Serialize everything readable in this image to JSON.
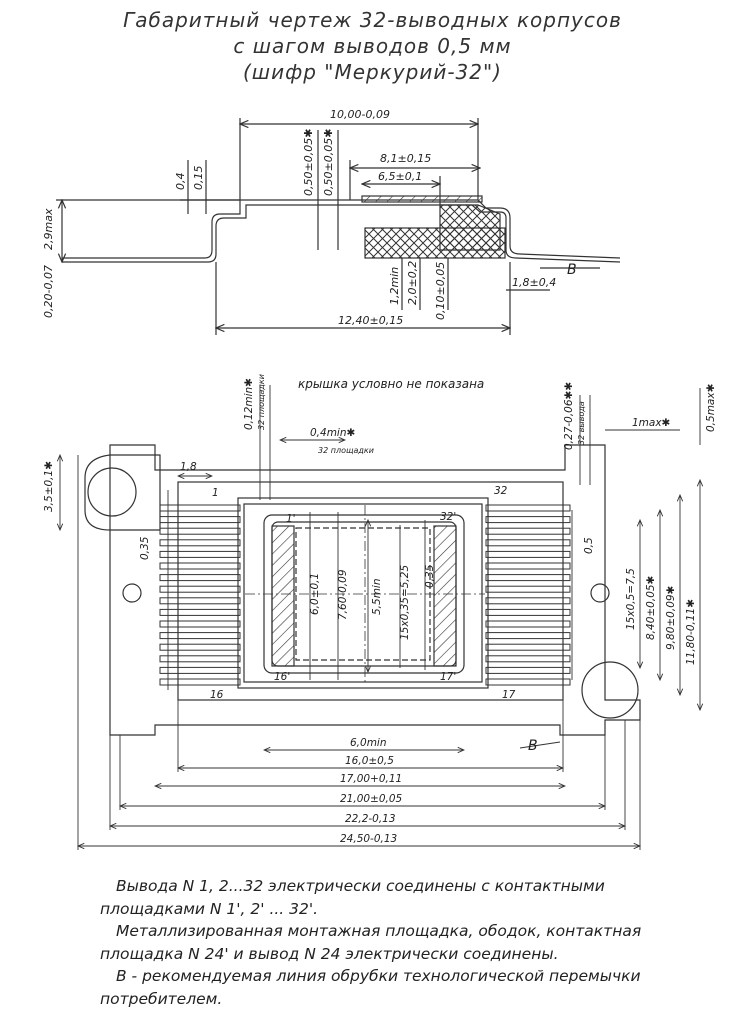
{
  "title": {
    "line1": "Габаритный чертеж 32-выводных корпусов",
    "line2": "с шагом выводов 0,5 мм",
    "line3": "(шифр \"Меркурий-32\")"
  },
  "side_view": {
    "dim_top_width": "10,00-0,09",
    "dim_050_a": "0,50±0,05✱",
    "dim_050_b": "0,50±0,05✱",
    "dim_81": "8,1±0,15",
    "dim_65": "6,5±0,1",
    "dim_04": "0,4",
    "dim_015": "0,15",
    "dim_29": "2,9max",
    "dim_020": "0,20-0,07",
    "dim_12min": "1,2min",
    "dim_20": "2,0±0,2",
    "dim_010": "0,10±0,05",
    "dim_18": "1,8±0,4",
    "dim_1240": "12,40±0,15",
    "label_b": "B"
  },
  "top_view": {
    "note_lid": "крышка условно не показана",
    "dim_012": "0,12min✱",
    "dim_012_sub": "32 площадки",
    "dim_04min": "0,4min✱",
    "dim_04min_sub": "32 площадки",
    "dim_027": "0,27-0,06✱✱",
    "dim_027_sub": "32 вывода",
    "dim_1max": "1max✱",
    "dim_05max": "0,5max✱",
    "dim_35": "3,5±0,1✱",
    "dim_18": "1,8",
    "dim_035_left": "0,35",
    "dim_05_right": "0,5",
    "dim_60": "6,0±0,1",
    "dim_760": "7,60-0,09",
    "dim_55min": "5,5min",
    "dim_15x035": "15х0,35=5,25",
    "dim_035_in": "0,35",
    "dim_15x05": "15х0,5=7,5",
    "dim_840": "8,40±0,05✱",
    "dim_980": "9,80±0,09✱",
    "dim_1180": "11,80-0,11✱",
    "dim_60min": "6,0min",
    "dim_160": "16,0±0,5",
    "dim_1700": "17,00+0,11",
    "dim_2100": "21,00±0,05",
    "dim_222": "22,2-0,13",
    "dim_2450": "24,50-0,13",
    "pin_1": "1",
    "pin_32": "32",
    "pin_16": "16",
    "pin_17": "17",
    "pad_1": "1'",
    "pad_32": "32'",
    "pad_16": "16'",
    "pad_17": "17'",
    "label_b": "B"
  },
  "notes": {
    "line1": "Вывода N 1, 2...32 электрически соединены с контактными",
    "line2": "площадками N 1', 2' ... 32'.",
    "line3": "Металлизированная монтажная площадка, ободок, контактная",
    "line4": "площадка N 24' и вывод N 24 электрически соединены.",
    "line5": "B - рекомендуемая линия обрубки технологической перемычки",
    "line6": "потребителем."
  }
}
